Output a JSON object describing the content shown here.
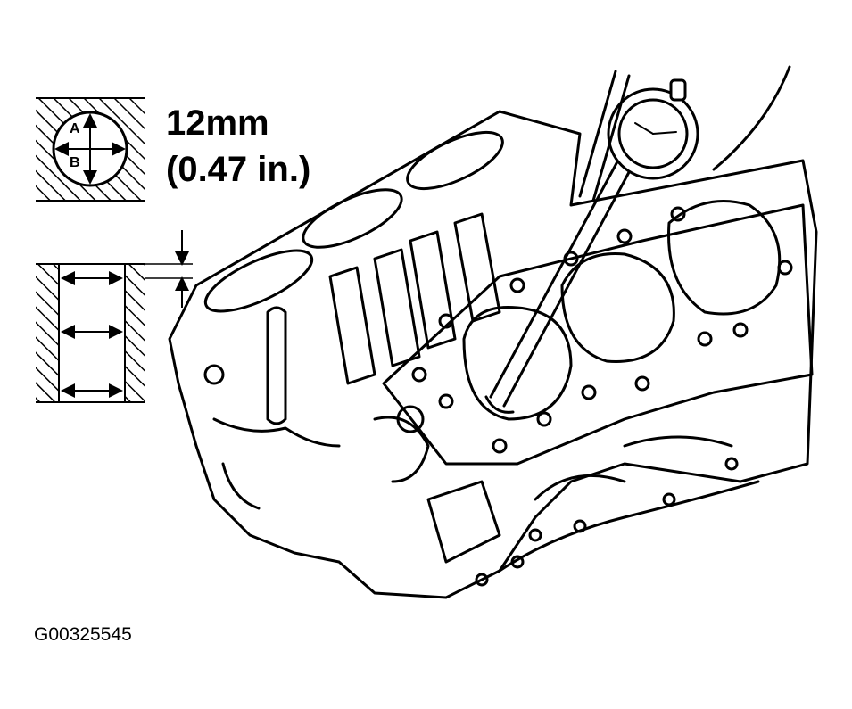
{
  "diagram": {
    "measurement_mm": "12mm",
    "measurement_in": "(0.47 in.)",
    "direction_a": "A",
    "direction_b": "B",
    "figure_id": "G00325545"
  },
  "colors": {
    "ink": "#000000",
    "paper": "#ffffff"
  }
}
